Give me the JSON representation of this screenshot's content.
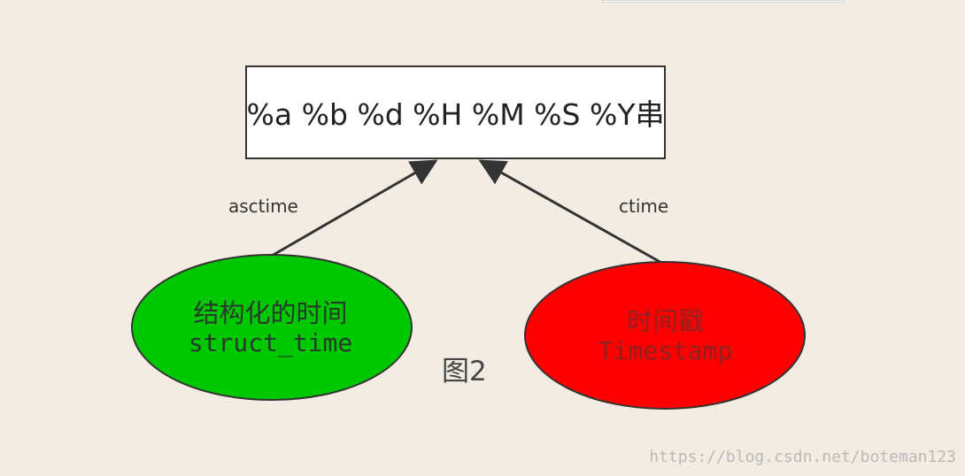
{
  "diagram": {
    "top_node": {
      "text": "%a %b %d %H %M %S %Y串"
    },
    "left_node": {
      "title": "结构化的时间",
      "subtitle": "struct_time",
      "fill": "#00c800"
    },
    "right_node": {
      "title": "时间戳",
      "subtitle": "Timestamp",
      "fill": "#ff0000"
    },
    "edges": {
      "left_label": "asctime",
      "right_label": "ctime"
    },
    "figure_label": "图2"
  },
  "watermark": "https://blog.csdn.net/boteman123",
  "colors": {
    "background": "#f3ece2",
    "line": "#333333",
    "box_fill": "#ffffff",
    "watermark": "#b9b9b9"
  }
}
